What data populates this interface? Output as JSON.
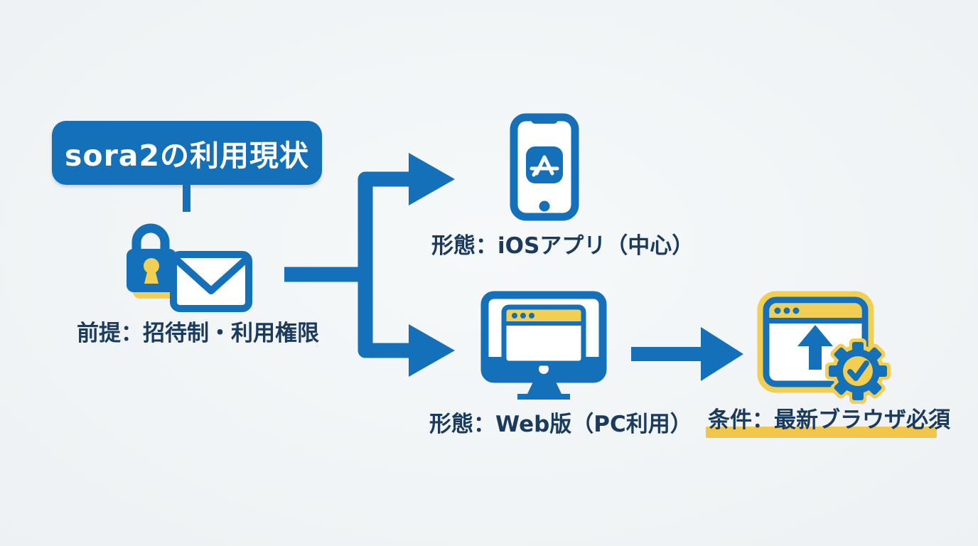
{
  "colors": {
    "blue": "#1470b8",
    "navy": "#1a3a5e",
    "yellow": "#f2cf52",
    "gold": "#f2c64a",
    "white": "#ffffff",
    "bg-center": "#f6f9fa",
    "bg-edge": "#edf1f3"
  },
  "title": "sora2の利用現状",
  "nodes": {
    "premise": {
      "label": "前提：招待制・利用権限",
      "icons": [
        "lock-icon",
        "envelope-icon"
      ]
    },
    "ios": {
      "label": "形態：iOSアプリ（中心）",
      "icons": [
        "smartphone-icon",
        "app-store-icon"
      ]
    },
    "web": {
      "label": "形態：Web版（PC利用）",
      "icons": [
        "monitor-icon",
        "browser-window-icon"
      ]
    },
    "condition": {
      "label": "条件：最新ブラウザ必須",
      "icons": [
        "browser-window-icon",
        "upload-arrow-icon",
        "gear-check-icon"
      ],
      "highlighted": true
    }
  },
  "connections": [
    {
      "from": "premise",
      "to": "ios",
      "type": "branch-arrow"
    },
    {
      "from": "premise",
      "to": "web",
      "type": "branch-arrow"
    },
    {
      "from": "web",
      "to": "condition",
      "type": "arrow-right"
    }
  ]
}
